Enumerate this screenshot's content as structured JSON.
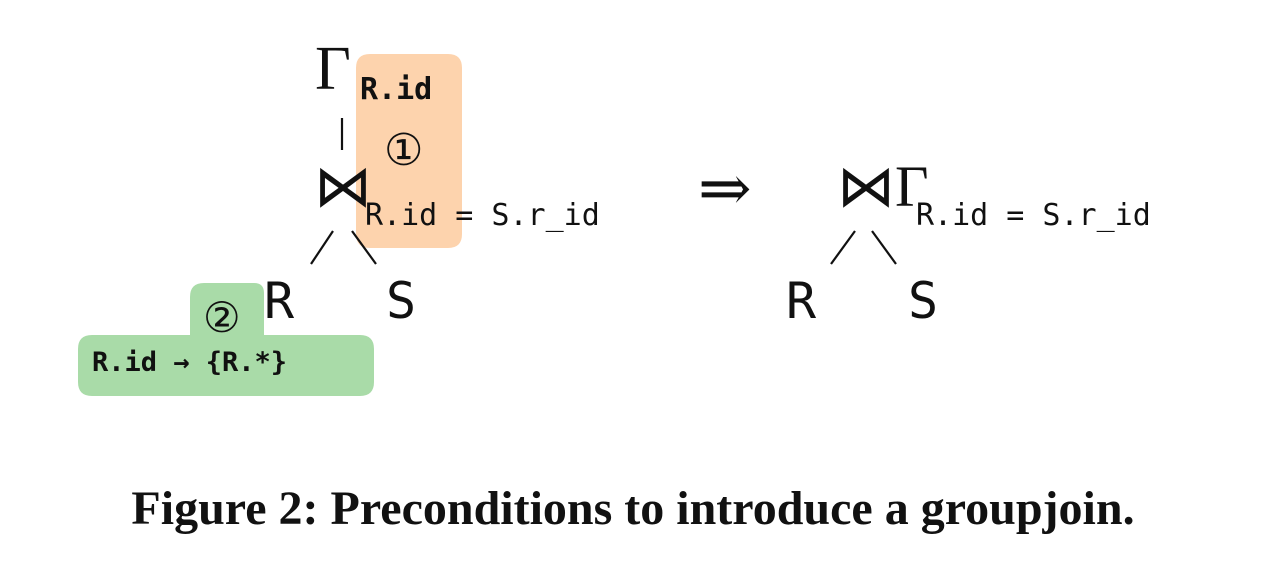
{
  "left_plan": {
    "groupby_symbol": "Γ",
    "groupby_key": "R.id",
    "join_symbol": "⋈",
    "join_condition": "R.id = S.r_id",
    "left_child": "R",
    "right_child": "S",
    "marker_1": "①",
    "marker_2": "②",
    "dependency": "R.id → {R.*}"
  },
  "arrow": "⇒",
  "right_plan": {
    "groupjoin_symbol": "⋈Γ",
    "join_condition": "R.id = S.r_id",
    "left_child": "R",
    "right_child": "S"
  },
  "caption": "Figure 2: Preconditions to introduce a groupjoin.",
  "colors": {
    "orange_highlight": "#FDD3AD",
    "green_highlight": "#A9DBA8",
    "ink": "#111111"
  }
}
